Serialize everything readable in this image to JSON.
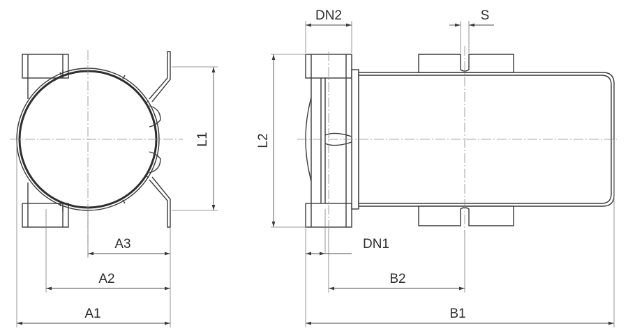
{
  "labels": {
    "a1": "A1",
    "a2": "A2",
    "a3": "A3",
    "l1": "L1",
    "l2": "L2",
    "dn1": "DN1",
    "dn2": "DN2",
    "b1": "B1",
    "b2": "B2",
    "s": "S"
  },
  "colors": {
    "line": "#3a3a3a",
    "background": "#ffffff"
  }
}
